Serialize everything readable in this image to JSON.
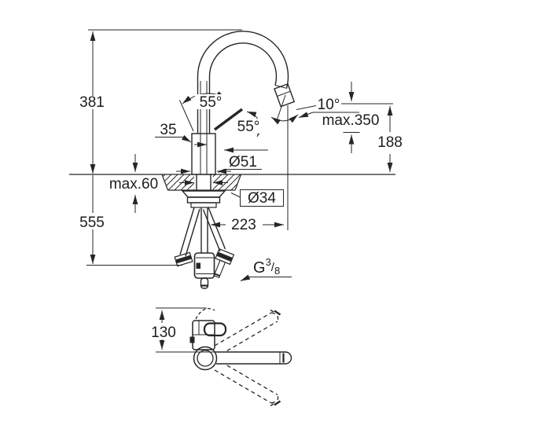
{
  "page": {
    "background_color": "#ffffff",
    "line_color": "#262626",
    "description": "Technical dimension drawing of a single-lever kitchen faucet with pull-out spray, front view and top view"
  },
  "front_view": {
    "dimensions": {
      "height_to_spout_top": "381",
      "overall_height": "555",
      "lever_offset": "35",
      "lever_swing_left": "55°",
      "lever_swing_right": "55°",
      "spray_head_angle": "10°",
      "hose_pullout_length": "max.350",
      "outlet_height": "188",
      "body_diameter": "Ø51",
      "max_deck_thickness": "max.60",
      "hole_diameter": "Ø34",
      "spout_reach": "223",
      "thread": {
        "base": "G",
        "numerator": "3",
        "slash": "/",
        "denominator": "8"
      }
    }
  },
  "top_view": {
    "dimensions": {
      "lever_projection": "130"
    }
  }
}
